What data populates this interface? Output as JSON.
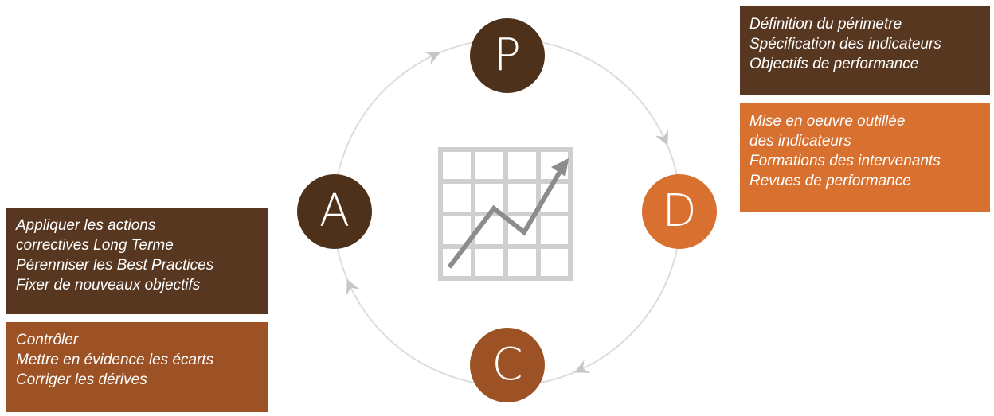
{
  "colors": {
    "dark_brown": "#4e311b",
    "box_dark_brown": "#583720",
    "orange": "#d87030",
    "rust": "#9c5224",
    "ring_gray": "#dcdcdc",
    "arrow_gray": "#c6c6c6",
    "grid_gray": "#cfcfcf",
    "trend_arrow_gray": "#8c8c8c"
  },
  "nodes": {
    "plan": "P",
    "do": "D",
    "check": "C",
    "act": "A"
  },
  "boxes": {
    "plan": {
      "lines": [
        "Définition du périmetre",
        "Spécification des indicateurs",
        "Objectifs de performance"
      ]
    },
    "do": {
      "lines": [
        "Mise en oeuvre outillée",
        "des indicateurs",
        "Formations des intervenants",
        "Revues de performance"
      ]
    },
    "act": {
      "lines": [
        "Appliquer les actions",
        "correctives Long Terme",
        "Pérenniser les Best Practices",
        "Fixer de nouveaux objectifs"
      ]
    },
    "check": {
      "lines": [
        "Contrôler",
        "Mettre en évidence les écarts",
        "Corriger les dérives"
      ]
    }
  },
  "icons": {
    "center": "growth-chart-icon",
    "cycle_arrow": "chevron-arrow-icon"
  }
}
